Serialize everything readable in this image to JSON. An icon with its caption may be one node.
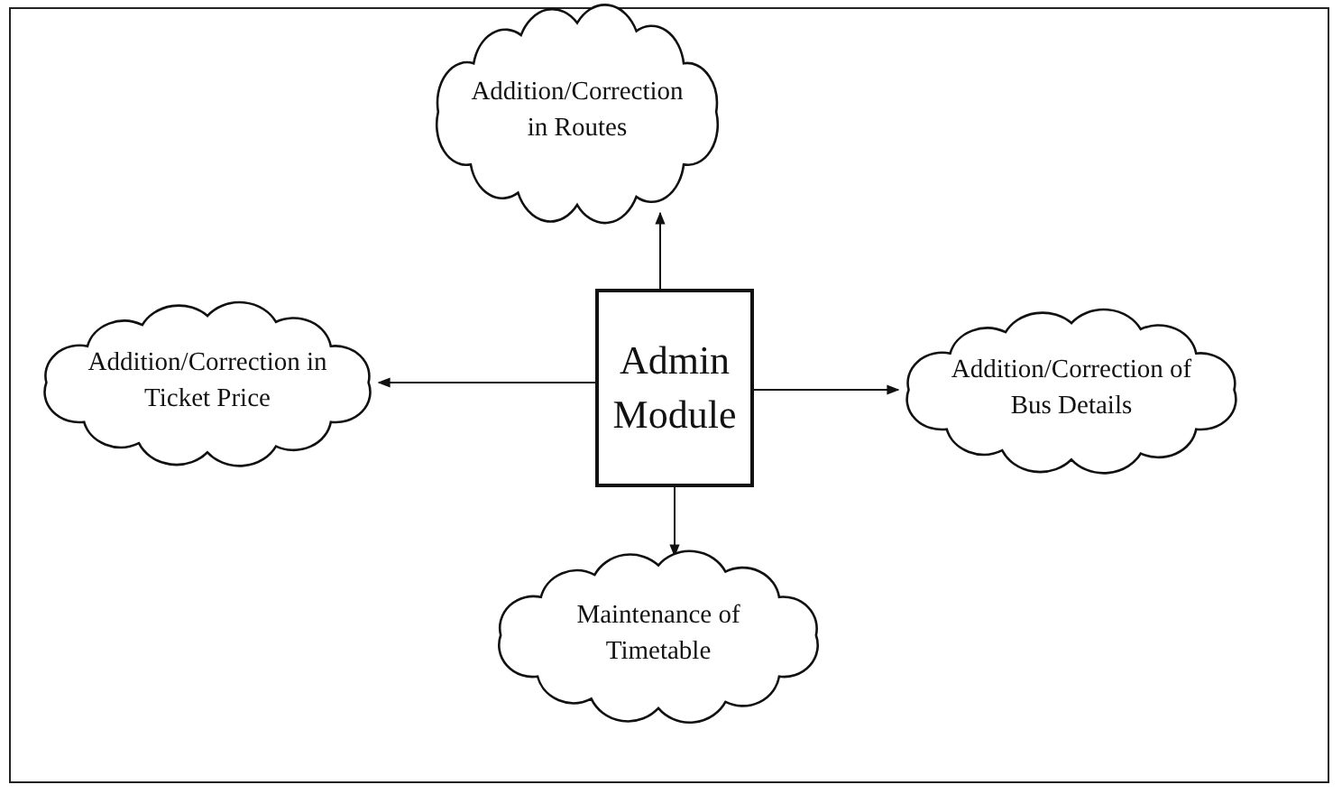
{
  "diagram": {
    "nodes": [
      {
        "text": [
          "Addition/Correction in Routes"
        ]
      },
      {
        "text": [
          "Addition/Correction in Ticket Price"
        ]
      },
      {
        "text": [
          "Admin Module"
        ]
      },
      {
        "text": [
          "Addition/Correction of Bus Details"
        ]
      },
      {
        "text": [
          "Maintenance of Timetable"
        ]
      }
    ],
    "edges": [
      {
        "from": 2,
        "to": 0,
        "arrow": "to"
      },
      {
        "from": 2,
        "to": 1,
        "arrow": "to"
      },
      {
        "from": 2,
        "to": 3,
        "arrow": "to"
      },
      {
        "from": 2,
        "to": 4,
        "arrow": "to"
      }
    ]
  }
}
